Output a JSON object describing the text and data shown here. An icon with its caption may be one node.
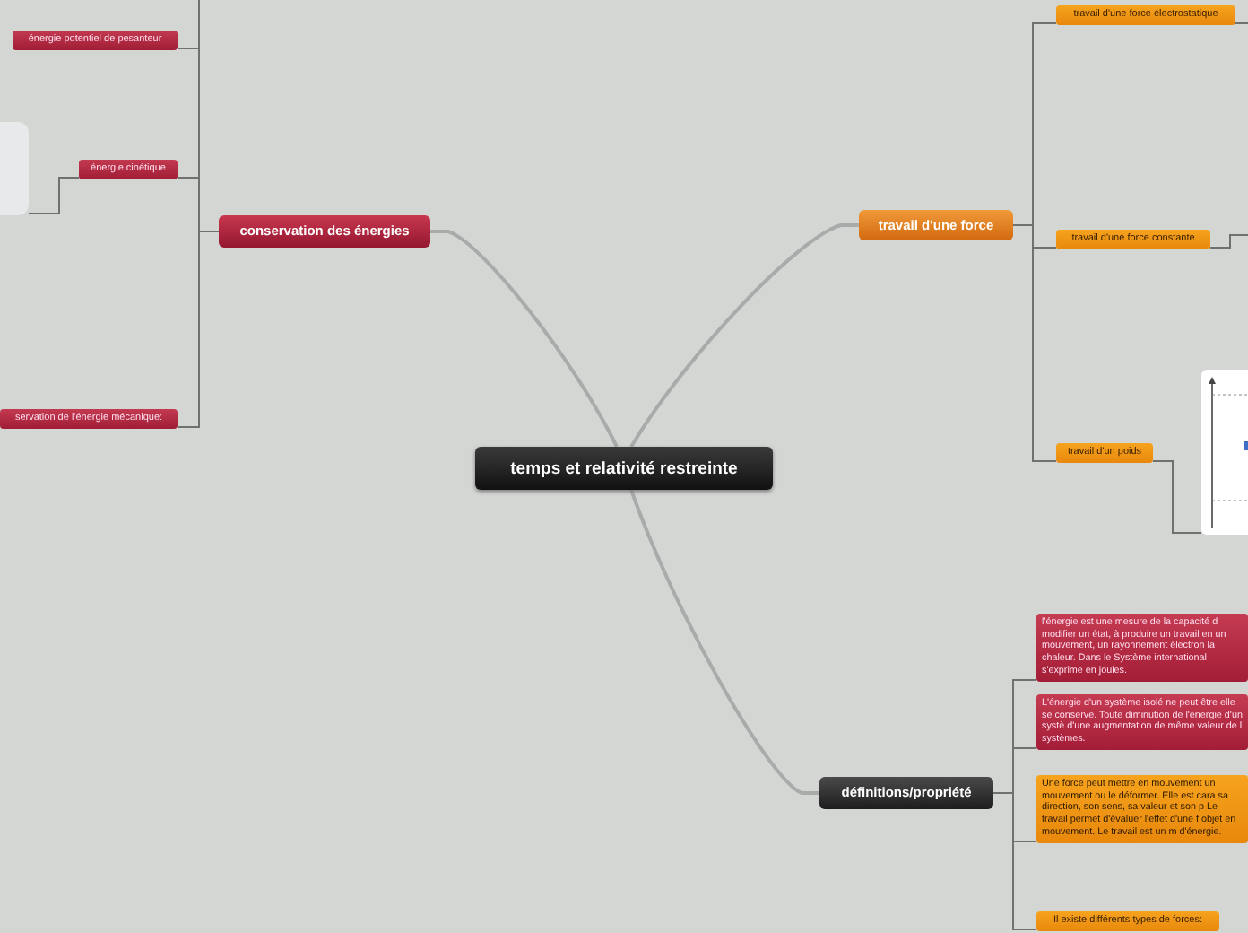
{
  "diagram": {
    "nodes": [
      {
        "text": [
          "temps et relativité restreinte"
        ]
      },
      {
        "text": [
          "conservation des énergies"
        ]
      },
      {
        "text": [
          "énergie potentiel de pesanteur"
        ]
      },
      {
        "text": [
          "énergie cinétique"
        ]
      },
      {
        "text": [],
        "shape": "box"
      },
      {
        "text": [
          "servation de l'énergie mécanique:"
        ]
      },
      {
        "text": [
          "travail d'une force"
        ]
      },
      {
        "text": [
          "travail d'une force électrostatique"
        ]
      },
      {
        "text": [
          "travail d'une force constante"
        ]
      },
      {
        "text": [
          "travail d'un poids"
        ]
      },
      {
        "text": [],
        "shape": "picture"
      },
      {
        "text": [
          "définitions/propriété"
        ]
      },
      {
        "text": [
          "l'énergie est une mesure de la capacité d modifier un état, à produire un travail en un mouvement, un rayonnement électron la chaleur. Dans le Système international s'exprime en joules."
        ]
      },
      {
        "text": [
          "L'énergie d'un système isolé ne peut être elle se conserve. Toute diminution de l'énergie d'un systè d'une augmentation de même valeur de l systèmes."
        ]
      },
      {
        "text": [
          "Une force peut mettre en mouvement un mouvement ou le déformer. Elle est cara sa direction, son sens, sa valeur et son p Le travail permet d'évaluer l'effet d'une f objet en mouvement. Le travail est un m d'énergie."
        ]
      },
      {
        "text": [
          "Il existe différents types de forces:"
        ]
      }
    ],
    "edges": [
      {
        "from": 0,
        "to": 1,
        "arrow": "none"
      },
      {
        "from": 1,
        "to": 2,
        "arrow": "none"
      },
      {
        "from": 1,
        "to": 3,
        "arrow": "none"
      },
      {
        "from": 3,
        "to": 4,
        "arrow": "none"
      },
      {
        "from": 1,
        "to": 5,
        "arrow": "none"
      },
      {
        "from": 1,
        "to": null,
        "arrow": "none"
      },
      {
        "from": 0,
        "to": 6,
        "arrow": "none"
      },
      {
        "from": 6,
        "to": 7,
        "arrow": "none"
      },
      {
        "from": 6,
        "to": 8,
        "arrow": "none"
      },
      {
        "from": 6,
        "to": 9,
        "arrow": "none"
      },
      {
        "from": 7,
        "to": null,
        "arrow": "none"
      },
      {
        "from": 8,
        "to": null,
        "arrow": "none"
      },
      {
        "from": 9,
        "to": 10,
        "arrow": "none"
      },
      {
        "from": 0,
        "to": 11,
        "arrow": "none"
      },
      {
        "from": 11,
        "to": 12,
        "arrow": "none"
      },
      {
        "from": 11,
        "to": 13,
        "arrow": "none"
      },
      {
        "from": 11,
        "to": 14,
        "arrow": "none"
      },
      {
        "from": 11,
        "to": 15,
        "arrow": "none"
      }
    ]
  }
}
